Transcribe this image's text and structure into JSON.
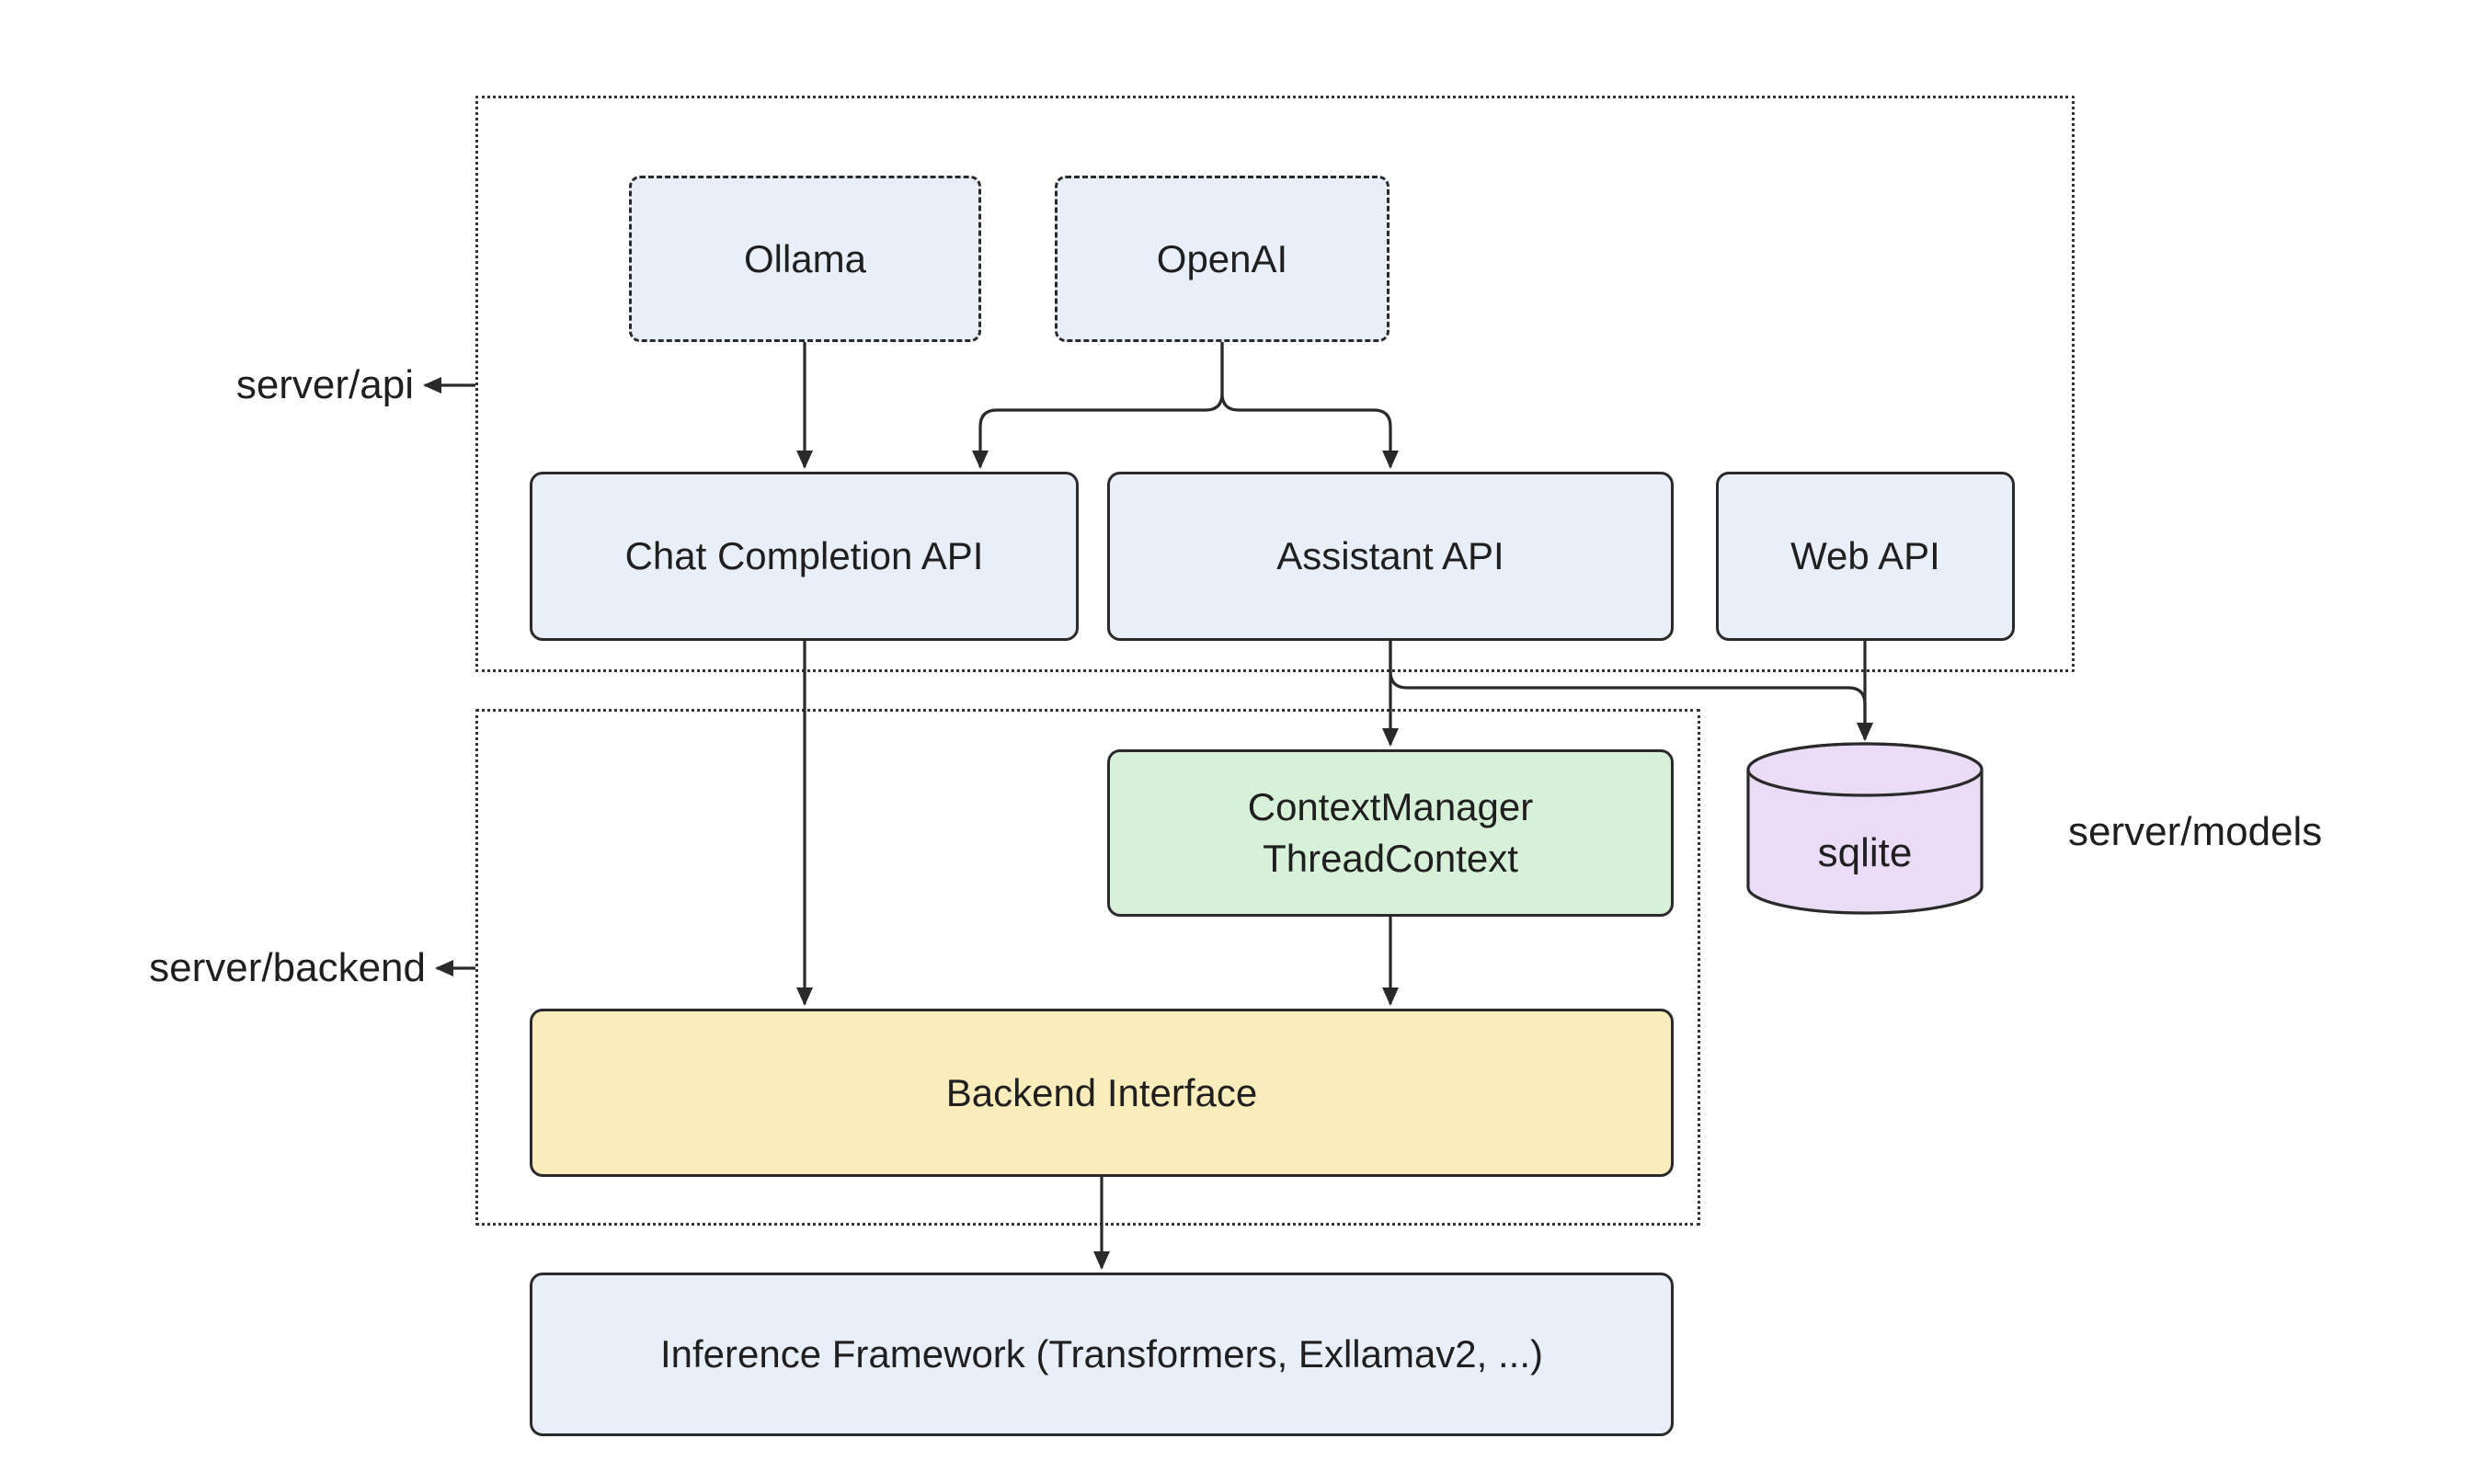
{
  "groups": {
    "server_api": {
      "label": "server/api"
    },
    "server_backend": {
      "label": "server/backend"
    },
    "server_models": {
      "label": "server/models"
    }
  },
  "nodes": {
    "ollama": {
      "label": "Ollama"
    },
    "openai": {
      "label": "OpenAI"
    },
    "chat_completion_api": {
      "label": "Chat Completion API"
    },
    "assistant_api": {
      "label": "Assistant API"
    },
    "web_api": {
      "label": "Web API"
    },
    "context_manager": {
      "label_line1": "ContextManager",
      "label_line2": "ThreadContext"
    },
    "sqlite": {
      "label": "sqlite"
    },
    "backend_interface": {
      "label": "Backend Interface"
    },
    "inference_framework": {
      "label": "Inference Framework (Transformers, Exllamav2, ...)"
    }
  },
  "colors": {
    "node_blue": "#e9eff9",
    "node_green": "#d7f1d9",
    "node_yellow": "#fbecbb",
    "node_purple": "#eadcf7",
    "stroke": "#2a2a2a",
    "text": "#1f1f1f",
    "background": "#ffffff"
  }
}
